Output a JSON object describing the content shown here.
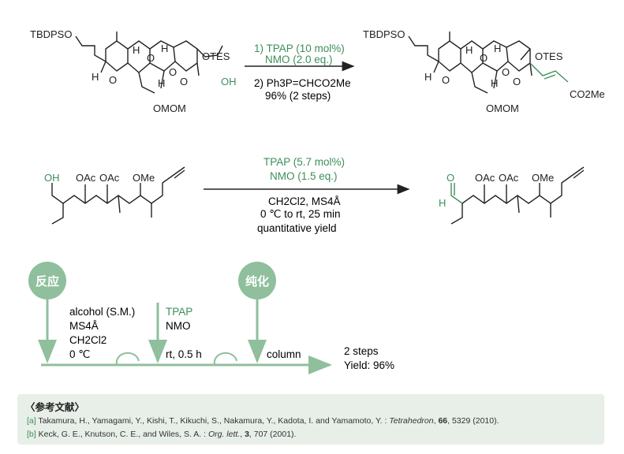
{
  "colors": {
    "green": "#3d8f5a",
    "dark": "#222222",
    "panel": "#e7efe8",
    "flow": "#8fbf9c"
  },
  "scheme1": {
    "left_labels": {
      "tbdpso": "TBDPSO",
      "h1": "H",
      "h2": "H",
      "h3": "H",
      "h4": "H",
      "o1": "O",
      "o2": "O",
      "o3": "O",
      "o4": "O",
      "otes": "OTES",
      "oh": "OH",
      "omom": "OMOM"
    },
    "right_labels": {
      "tbdpso": "TBDPSO",
      "h1": "H",
      "h2": "H",
      "h3": "H",
      "h4": "H",
      "o1": "O",
      "o2": "O",
      "o3": "O",
      "o4": "O",
      "otes": "OTES",
      "omom": "OMOM",
      "co2me": "CO2Me"
    },
    "step1": "1) TPAP (10 mol%)",
    "step1b": "NMO (2.0 eq.)",
    "step2": "2) Ph3P=CHCO2Me",
    "yield": "96% (2 steps)"
  },
  "scheme2": {
    "left_labels": {
      "oh": "OH",
      "oac1": "OAc",
      "oac2": "OAc",
      "ome": "OMe"
    },
    "right_labels": {
      "o": "O",
      "h": "H",
      "oac1": "OAc",
      "oac2": "OAc",
      "ome": "OMe"
    },
    "cond_green1": "TPAP (5.7 mol%)",
    "cond_green2": "NMO (1.5 eq.)",
    "cond3": "CH2Cl2, MS4Å",
    "cond4": "0 ℃ to rt, 25 min",
    "cond5": "quantitative yield"
  },
  "flow": {
    "reaction_label": "反应",
    "purify_label": "纯化",
    "reagents": [
      "alcohol (S.M.)",
      "MS4Å",
      "CH2Cl2",
      "0 ℃"
    ],
    "add1": "TPAP",
    "add2": "NMO",
    "time": "rt, 0.5 h",
    "column": "column",
    "result1": "2 steps",
    "result2": "Yield: 96%"
  },
  "references": {
    "title": "〈参考文献〉",
    "ref_a_tag": "[a]",
    "ref_a_text": " Takamura, H., Yamagami, Y., Kishi, T., Kikuchi, S., Nakamura, Y., Kadota, I. and Yamamoto, Y. : ",
    "ref_a_journal": "Tetrahedron",
    "ref_a_vol": "66",
    "ref_a_rest": ", 5329 (2010).",
    "ref_b_tag": "[b]",
    "ref_b_text": " Keck, G. E., Knutson, C. E., and Wiles, S. A. : ",
    "ref_b_journal": "Org. lett.",
    "ref_b_vol": "3",
    "ref_b_rest": ", 707 (2001)."
  }
}
